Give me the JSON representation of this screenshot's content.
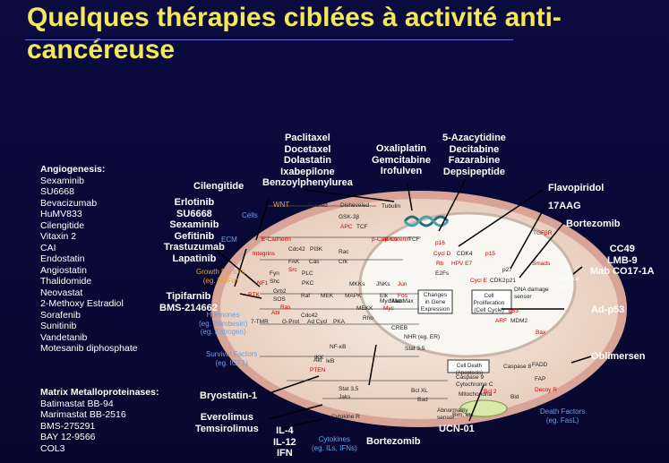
{
  "title": "Quelques thérapies ciblées à activité anti-cancéreuse",
  "colors": {
    "background": "#0a0a3a",
    "title": "#f3e85a",
    "cell_fill": "#efe0d0",
    "nucleus_fill": "#f7f7f2",
    "membrane": "#d88a80"
  },
  "angiogenesis": {
    "heading": "Angiogenesis:",
    "items": [
      "Sexaminib",
      "SU6668",
      "Bevacizumab",
      "HuMV833",
      "Cilengitide",
      "Vitaxin 2",
      "CAI",
      "Endostatin",
      "Angiostatin",
      "Thalidomide",
      "Neovastat",
      "2-Methoxy  Estradiol",
      "Sorafenib",
      "Sunitinib",
      "Vandetanib",
      "Motesanib diphosphate"
    ]
  },
  "mmp": {
    "heading": "Matrix Metalloproteinases:",
    "items": [
      "Batimastat BB-94",
      "Marimastat BB-2516",
      "BMS-275291",
      "BAY 12-9566",
      "COL3"
    ]
  },
  "drugs": {
    "taxanes": "Paclitaxel\nDocetaxel\nDolastatin\nIxabepilone\nBenzoylphenylurea",
    "platins": "Oxaliplatin\nGemcitabine\nIrofulven",
    "hypometh": "5-Azacytidine\nDecitabine\nFazarabine\nDepsipeptide",
    "cilengitide": "Cilengitide",
    "egfr": "Erlotinib\nSU6668\nSexaminib\nGefitinib\nTrastuzumab\nLapatinib",
    "farnesyl": "Tipifarnib\nBMS-214662",
    "flavopiridol": "Flavopiridol",
    "aag": "17AAG",
    "bortezomib_top": "Bortezomib",
    "cc49": "CC49\nLMB-9\nMab CO17-1A",
    "adp53": "Ad-p53",
    "oblimersen": "Oblimersen",
    "bryostatin": "Bryostatin-1",
    "everolimus": "Everolimus\nTemsirolimus",
    "interleukins": "IL-4\nIL-12\nIFN",
    "bortezomib_bottom": "Bortezomib",
    "ucn01": "UCN-01"
  },
  "external": {
    "wnt": "WNT",
    "cells": "Cells",
    "ecm": "ECM",
    "growth_factors": "Growth Factors\n(eg. TGFα)",
    "hormones": "Hormones\n(eg. Bombesin)\n(eg. Estrogen)",
    "survival_factors": "Survival  Factors\n(eg. IGF1)",
    "cytokines": "Cytokines\n(eg. ILs, IFNs)",
    "death_factors": "Death Factors\n(eg. FasL)"
  },
  "pathway": {
    "frizzled": "Frizzled",
    "dishevelled": "Disheveled",
    "gsk3b": "GSK-3β",
    "apc": "APC",
    "ecadherin": "E-Cadherin",
    "bcatenin": "β-Catenin",
    "bcatenin2": "β-Catenin",
    "tcf": "TCF",
    "tcf2": "TCF",
    "integrins": "Integrins",
    "cdc42": "Cdc42",
    "pi3k": "PI3K",
    "rac": "Rac",
    "fak": "FAK",
    "cas": "Cas",
    "crk": "Crk",
    "src": "Src",
    "nf1": "NF1",
    "fyn": "Fyn",
    "shc": "Shc",
    "plc": "PLC",
    "pkc": "PKC",
    "grb2": "Grb2",
    "sos": "SOS",
    "rtk": "RTK",
    "ras": "Ras",
    "raf": "Raf",
    "mek": "MEK",
    "mapk": "MAPK",
    "mkk": "MKKs",
    "jnk": "JNKs",
    "jun": "Jun",
    "fos": "Fos",
    "elk": "Elk",
    "mekk": "MEKK",
    "myc": "Myc",
    "mad": "Mad:Max",
    "mycmax": "Myc:Max",
    "abl": "Abl",
    "gpcr": "7-TMR",
    "gprot": "G-Prot",
    "adcycl": "Ad Cycl",
    "pka": "PKA",
    "creb": "CREB",
    "nhr": "NHR (eg. ER)",
    "rho": "Rho",
    "tubulin": "Tubulin",
    "changes": "Changes\nin Gene\nExpression",
    "prolif": "Cell\nProliferation\n(Cell Cycle)",
    "p16": "p16",
    "cycd": "Cycl D",
    "cdk4": "CDK4",
    "p15": "p15",
    "rb": "Rb",
    "hpv": "HPV E7",
    "e2fs": "E2Fs",
    "cyce": "Cycl E",
    "cdk2": "CDK2",
    "p21": "p21",
    "p27": "p27",
    "tgfbr": "TGFβR",
    "smads": "Smads",
    "surface_ag": "Surface\nAg",
    "dna_damage": "DNA damage\nsensor",
    "p53": "p53",
    "arf": "ARF",
    "mdm2": "MDM2",
    "nfkb": "NF-κB",
    "ikk": "IKK",
    "akt": "Akt",
    "pten": "PTEN",
    "ikb": "IκB",
    "stat35": "Stat 3,5",
    "bclxl": "Bcl XL",
    "bad": "Bad",
    "death": "Cell Death\n(Apoptosis)",
    "caspase9": "Caspase 9",
    "cytc": "Cytochrome C",
    "mito": "Mitochondria",
    "bcl2": "Bcl 2",
    "abnorm": "Abnormality\nsensor",
    "bim": "Bim, etc",
    "bax": "Bax",
    "caspase8": "Caspase 8",
    "bid": "Bid",
    "fadd": "FADD",
    "fap": "FAP",
    "decoy": "Decoy R",
    "jaks": "Jaks",
    "cytr": "Cytokine R"
  }
}
